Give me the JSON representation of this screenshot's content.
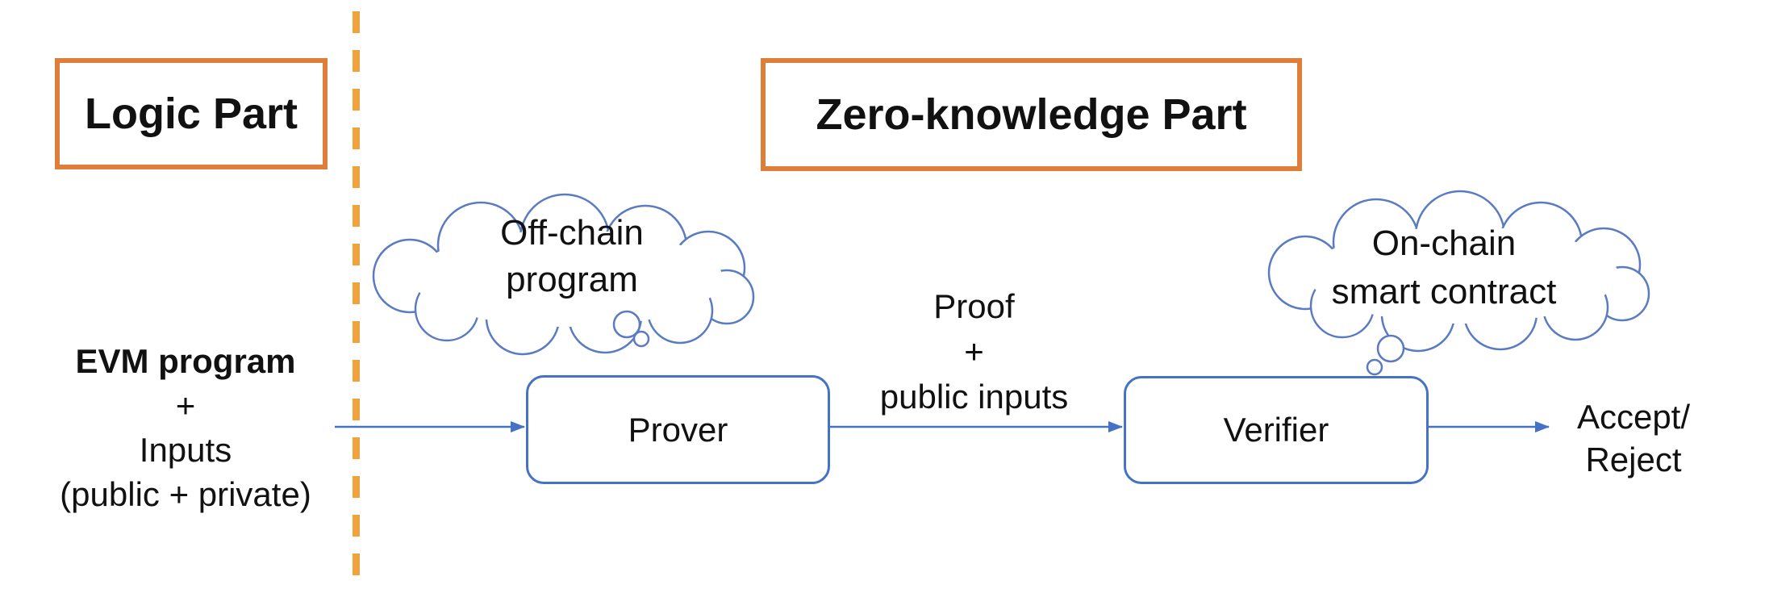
{
  "titles": {
    "logic": "Logic Part",
    "zk": "Zero-knowledge Part"
  },
  "input_block": {
    "line1": "EVM program",
    "line2": "+",
    "line3": "Inputs",
    "line4": "(public + private)"
  },
  "clouds": {
    "offchain": {
      "line1": "Off-chain",
      "line2": "program"
    },
    "onchain": {
      "line1": "On-chain",
      "line2": "smart contract"
    }
  },
  "nodes": {
    "prover": "Prover",
    "verifier": "Verifier"
  },
  "proof_label": {
    "line1": "Proof",
    "line2": "+",
    "line3": "public inputs"
  },
  "output_block": {
    "line1": "Accept/",
    "line2": "Reject"
  },
  "colors": {
    "orange_border": "#DD7E3B",
    "orange_dash": "#F0A23E",
    "blue": "#4472C4",
    "cloud_stroke": "#5A7BC2",
    "text": "#111111"
  }
}
